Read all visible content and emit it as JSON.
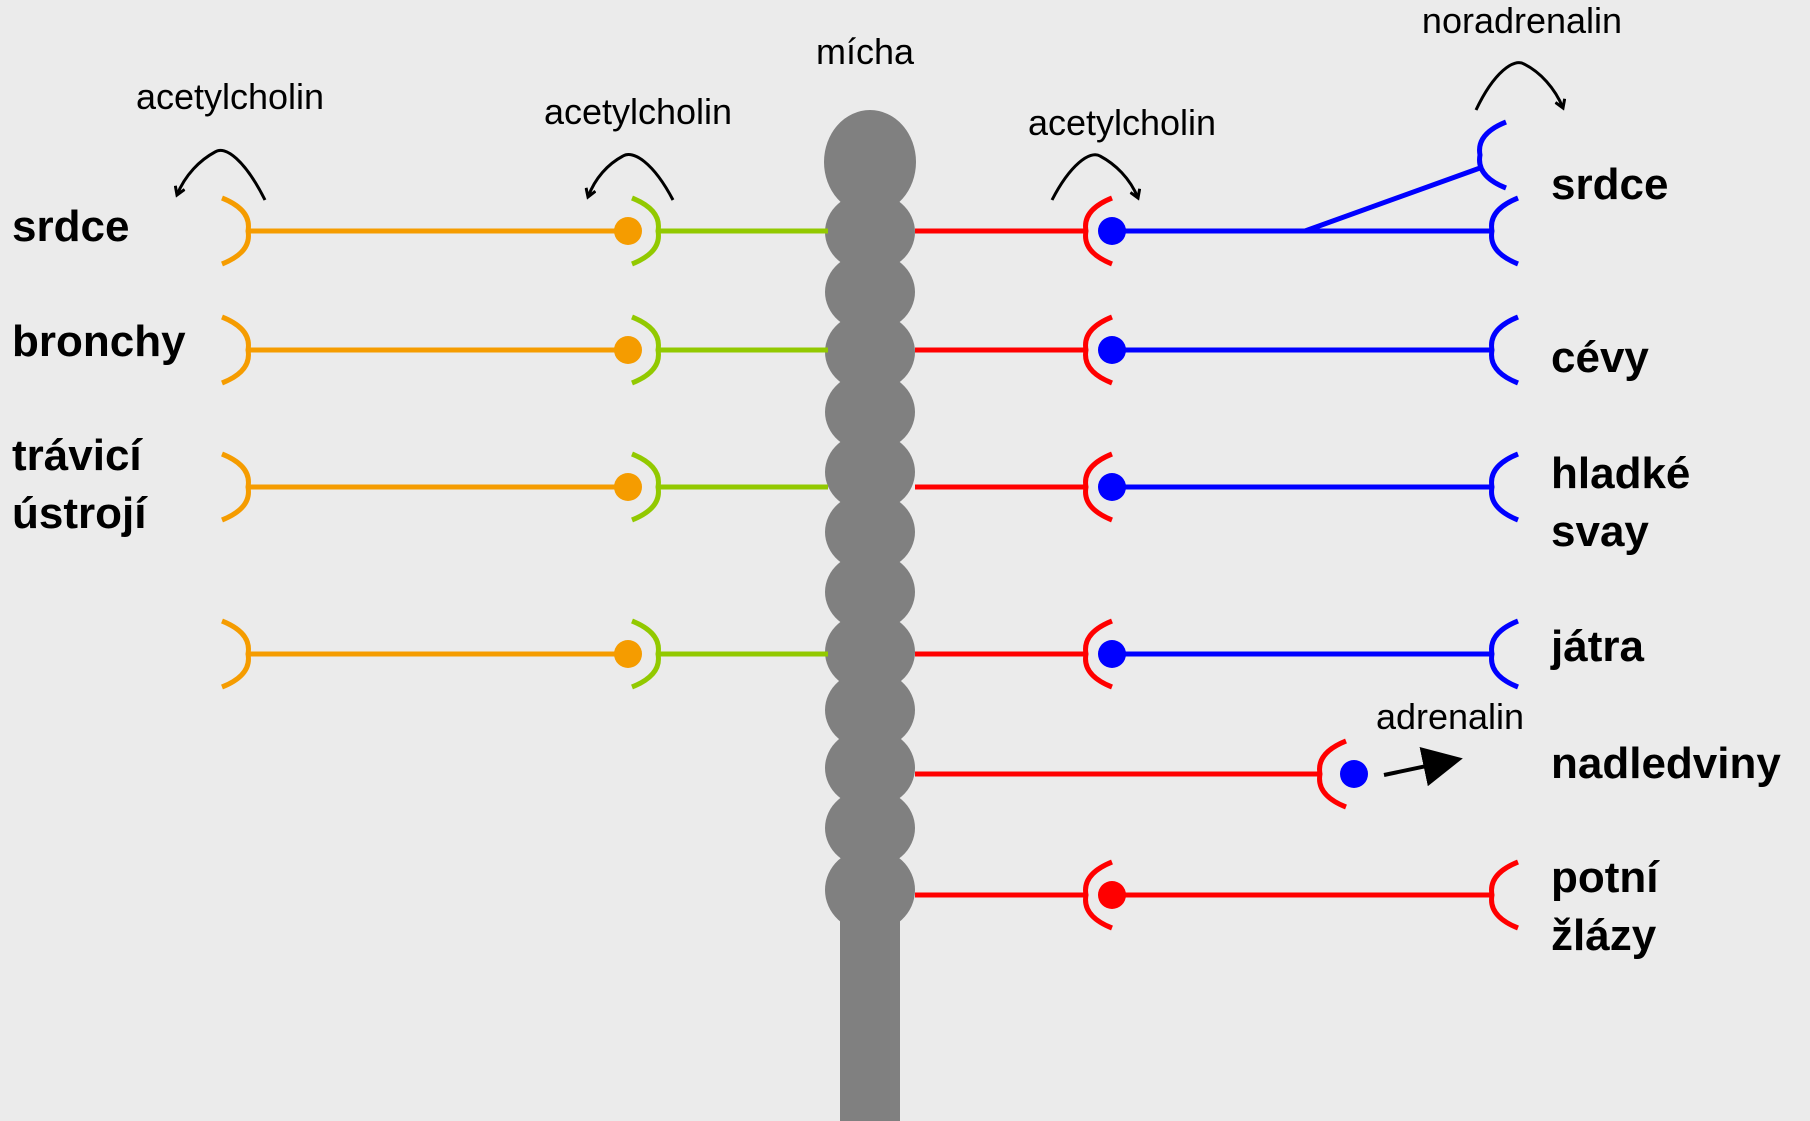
{
  "colors": {
    "background": "#ebebeb",
    "spinal_cord": "#808080",
    "parasympathetic_postganglionic": "#f59c00",
    "parasympathetic_preganglionic": "#92c900",
    "sympathetic_preganglionic": "#ff0000",
    "sympathetic_postganglionic": "#0000ff",
    "text": "#000000"
  },
  "labels": {
    "spinal_cord": "mícha",
    "nt_left_outer": "acetylcholin",
    "nt_left_inner": "acetylcholin",
    "nt_right_ganglion": "acetylcholin",
    "nt_right_target": "noradrenalin",
    "nt_adrenal": "adrenalin"
  },
  "left_organs": {
    "heart": "srdce",
    "bronchi": "bronchy",
    "digestive_1": "trávicí",
    "digestive_2": "ústrojí"
  },
  "right_organs": {
    "heart": "srdce",
    "vessels": "cévy",
    "smooth_1": "hladké",
    "smooth_2": "svay",
    "liver": "játra",
    "adrenal": "nadledviny",
    "sweat_1": "potní",
    "sweat_2": "žlázy"
  }
}
